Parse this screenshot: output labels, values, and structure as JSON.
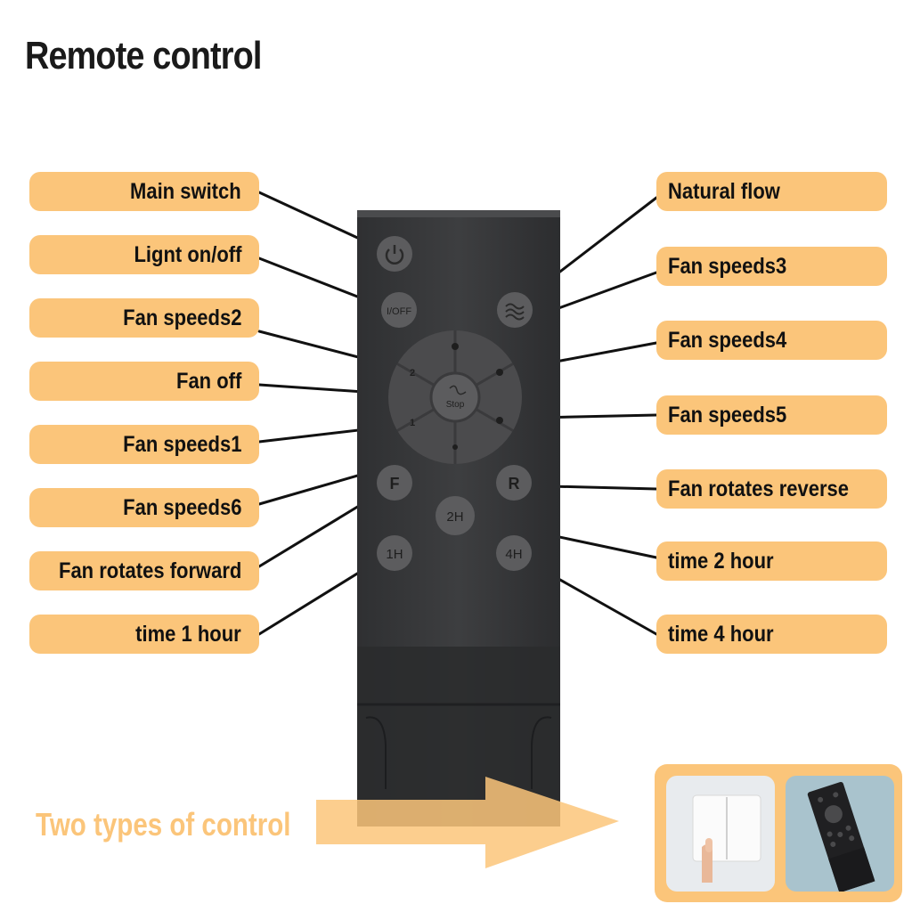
{
  "title": "Remote control",
  "left_labels": [
    "Main switch",
    "Lignt on/off",
    "Fan speeds2",
    "Fan off",
    "Fan speeds1",
    "Fan speeds6",
    "Fan rotates forward",
    "time 1 hour"
  ],
  "right_labels": [
    "Natural flow",
    "Fan speeds3",
    "Fan speeds4",
    "Fan speeds5",
    "Fan rotates reverse",
    "time 2 hour",
    "time 4 hour"
  ],
  "remote_buttons": {
    "light": "I/OFF",
    "stop": "Stop",
    "two_hour": "2H",
    "one_hour": "1H",
    "four_hour": "4H",
    "forward": "F",
    "reverse": "R",
    "speed2": "2",
    "speed1": "1"
  },
  "bottom_text": "Two types of control",
  "colors": {
    "label_bg": "#fbc57a",
    "remote_body": "#3a3a3c",
    "button": "#5c5c5e"
  }
}
